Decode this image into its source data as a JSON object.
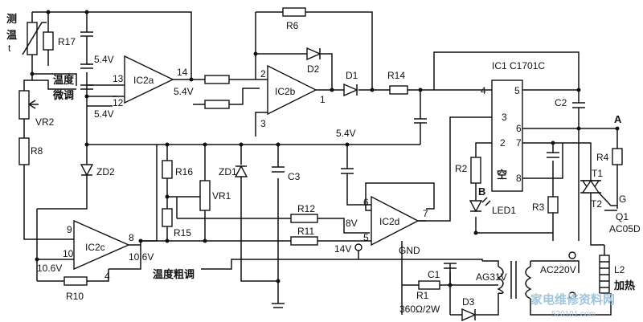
{
  "labels": {
    "sensor": [
      "测",
      "温",
      "t"
    ],
    "R17": "R17",
    "v54_a": "5.4V",
    "v54_b": "5.4V",
    "v54_c": "5.4V",
    "v54_d": "5.4V",
    "fine_adjust_1": "温度",
    "fine_adjust_2": "微调",
    "VR2": "VR2",
    "R8": "R8",
    "ZD2": "ZD2",
    "IC2a": "IC2a",
    "pin13": "13",
    "pin12": "12",
    "pin14": "14",
    "R6": "R6",
    "D2": "D2",
    "D1": "D1",
    "IC2b": "IC2b",
    "pin2": "2",
    "pin3": "3",
    "pin1": "1",
    "R14": "R14",
    "IC1": "IC1  C1701C",
    "ic1_pin4": "4",
    "ic1_pin5": "5",
    "ic1_pin3": "3",
    "ic1_pin2": "2",
    "ic1_pin6": "6",
    "ic1_pin7": "7",
    "ic1_pin8": "8",
    "kong": "空",
    "C2": "C2",
    "A": "A",
    "R4": "R4",
    "T1": "T1",
    "T2": "T2",
    "G": "G",
    "Q1": "Q1",
    "AC05D": "AC05D",
    "R16": "R16",
    "ZD1": "ZD1",
    "C3": "C3",
    "VR1": "VR1",
    "R15": "R15",
    "R12": "R12",
    "R11": "R11",
    "v8": "8V",
    "IC2d": "IC2d",
    "pin6": "6",
    "pin5": "5",
    "pin7": "7",
    "v14": "14V",
    "GND": "GND",
    "R2": "R2",
    "B": "B",
    "LED1": "LED1",
    "R3": "R3",
    "IC2c": "IC2c",
    "pin9": "9",
    "pin10": "10",
    "pin8": "8",
    "pin4": "4",
    "v106_a": "10.6V",
    "v106_b": "10.6V",
    "R10": "R10",
    "coarse_adjust": "温度粗调",
    "R1": "R1",
    "C1": "C1",
    "r1_value": "360Ω/2W",
    "AG31V": "AG31V",
    "D3": "D3",
    "AC220V": "AC220V",
    "L2": "L2",
    "heating": "加热",
    "watermark_cn": "家电维修资料网",
    "watermark_en": "520101.com"
  }
}
